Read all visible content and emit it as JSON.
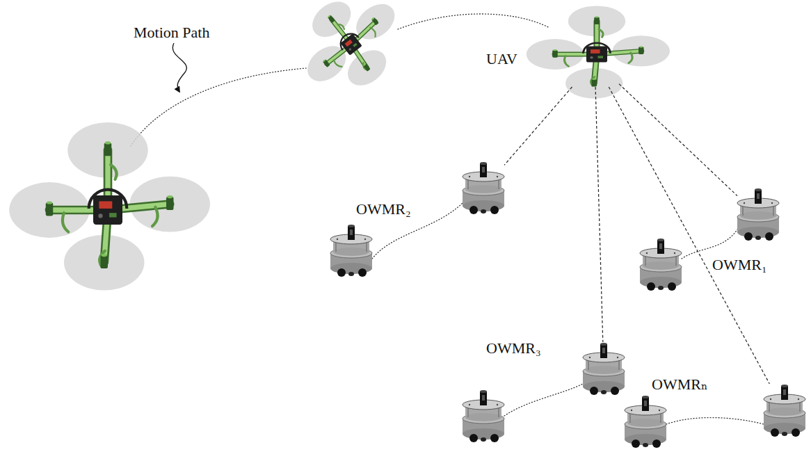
{
  "diagram": {
    "nodes": [
      {
        "text": [
          "UAV"
        ]
      },
      {
        "text": [
          "OWMR₂"
        ]
      },
      {
        "text": [
          "OWMR₁"
        ]
      },
      {
        "text": [
          "OWMR₃"
        ]
      },
      {
        "text": [
          "OWMRₙ"
        ]
      }
    ],
    "edges": [
      {
        "from": 0,
        "to": 1,
        "arrow": "none"
      },
      {
        "from": 0,
        "to": 2,
        "arrow": "none"
      },
      {
        "from": 0,
        "to": 3,
        "arrow": "none"
      },
      {
        "from": 0,
        "to": 4,
        "arrow": "none"
      }
    ],
    "labels": [
      "Motion Path"
    ]
  }
}
